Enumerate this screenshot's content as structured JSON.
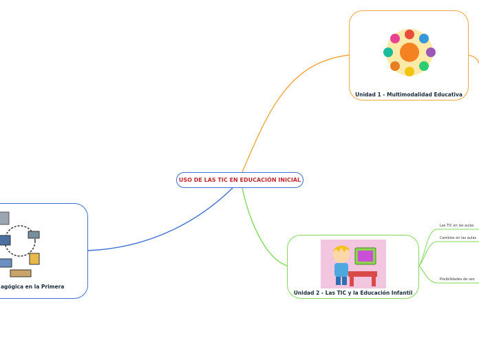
{
  "center": {
    "label": "USO DE LAS TIC EN EDUCACIÓN INICIAL"
  },
  "unit1": {
    "title": "Unidad 1 - Multimodalidad Educativa"
  },
  "unit2": {
    "title": "Unidad 2 - Las TIC y la Educación Infantil",
    "subtopics": [
      {
        "label": "Las TIC en las aulas"
      },
      {
        "label": "Cambios en las aulas"
      },
      {
        "label": "Posibilidades de uso"
      }
    ]
  },
  "unit3": {
    "title": "agógica en la Primera"
  },
  "colors": {
    "center_border": "#3b6fd6",
    "center_text": "#c0262c",
    "unit1_branch": "#f2a43a",
    "unit2_branch": "#7ed957",
    "unit3_branch": "#3b6fd6"
  }
}
